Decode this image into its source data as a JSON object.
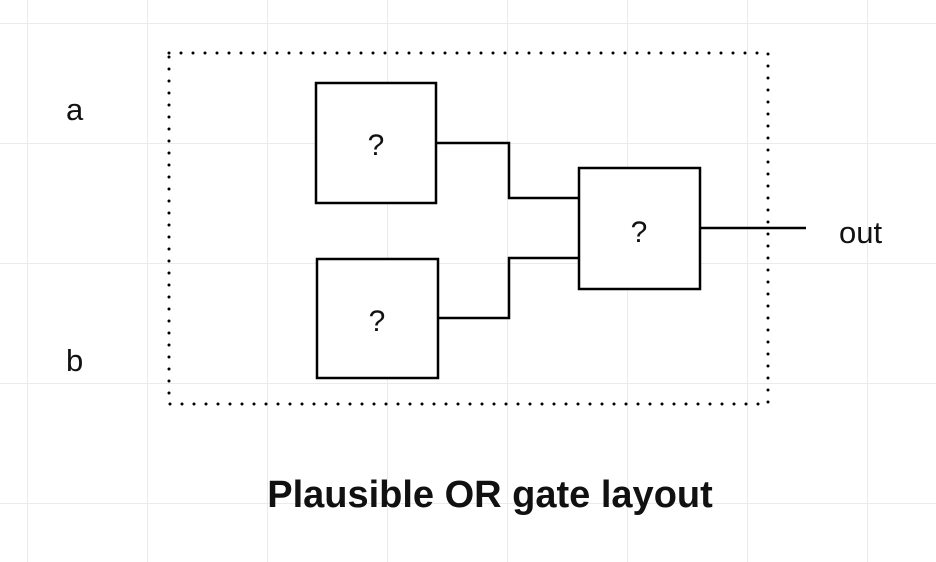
{
  "inputs": {
    "a_label": "a",
    "b_label": "b"
  },
  "output": {
    "label": "out"
  },
  "gates": {
    "top_left_label": "?",
    "bottom_left_label": "?",
    "right_label": "?"
  },
  "caption": "Plausible OR gate layout",
  "colors": {
    "stroke": "#000000",
    "grid": "#ebebeb",
    "background": "#ffffff"
  }
}
